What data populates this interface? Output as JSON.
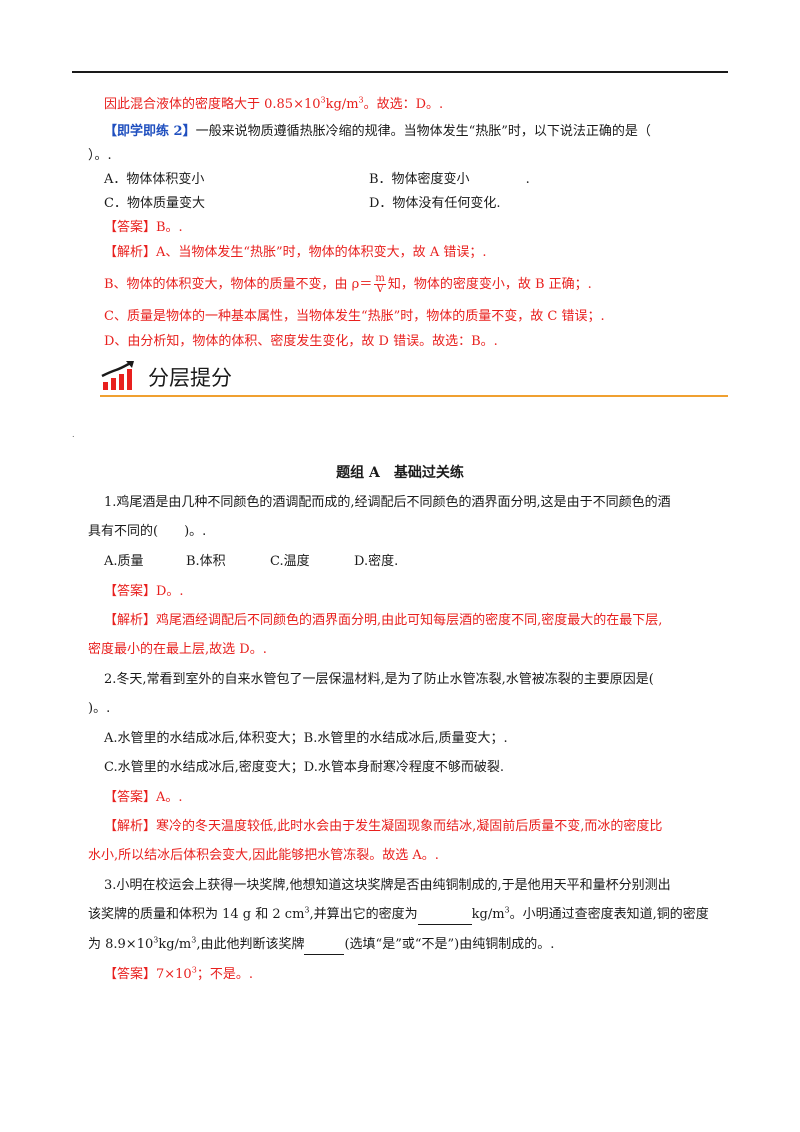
{
  "top": {
    "conclusion_pre": "因此混合液体的密度略大于 0.85×10",
    "conclusion_exp": "3",
    "conclusion_unit": "kg/m",
    "conclusion_unit_exp": "3",
    "conclusion_post": "。故选：D。."
  },
  "practice2": {
    "tag": "【即学即练 2】",
    "question_l1": "一般来说物质遵循热胀冷缩的规律。当物体发生“热胀”时，以下说法正确的是（",
    "question_l2": "）。.",
    "optA": "A．物体体积变小",
    "optB": "B．物体密度变小",
    "optB_tail": ".",
    "optC": "C．物体质量变大",
    "optD": "D．物体没有任何变化.",
    "answer": "【答案】B。.",
    "analysis_l1": "【解析】A、当物体发生“热胀”时，物体的体积变大，故 A 错误；.",
    "analysis_l2_pre": "B、物体的体积变大，物体的质量不变，由 ρ＝",
    "frac_num": "m",
    "frac_den": "V",
    "analysis_l2_post": "知，物体的密度变小，故 B 正确；.",
    "analysis_l3": "C、质量是物体的一种基本属性，当物体发生“热胀”时，物体的质量不变，故 C 错误；.",
    "analysis_l4": "D、由分析知，物体的体积、密度发生变化，故 D 错误。故选：B。."
  },
  "section": {
    "title": "分层提分",
    "icon": "growth-chart-icon"
  },
  "group": {
    "title": "题组 A　基础过关练",
    "q1_l1": "1.鸡尾酒是由几种不同颜色的酒调配而成的,经调配后不同颜色的酒界面分明,这是由于不同颜色的酒",
    "q1_l2": "具有不同的(　　)。.",
    "q1_opts": [
      "A.质量",
      "B.体积",
      "C.温度",
      "D.密度."
    ],
    "q1_answer": "【答案】D。.",
    "q1_analysis_l1": "【解析】鸡尾酒经调配后不同颜色的酒界面分明,由此可知每层酒的密度不同,密度最大的在最下层,",
    "q1_analysis_l2": "密度最小的在最上层,故选 D。.",
    "q2_l1": "2.冬天,常看到室外的自来水管包了一层保温材料,是为了防止水管冻裂,水管被冻裂的主要原因是(",
    "q2_l2": ")。.",
    "q2_opt_l1": "A.水管里的水结成冰后,体积变大；B.水管里的水结成冰后,质量变大；.",
    "q2_opt_l2": "C.水管里的水结成冰后,密度变大；D.水管本身耐寒冷程度不够而破裂.",
    "q2_answer": "【答案】A。.",
    "q2_analysis_l1": "【解析】寒冷的冬天温度较低,此时水会由于发生凝固现象而结冰,凝固前后质量不变,而冰的密度比",
    "q2_analysis_l2": "水小,所以结冰后体积会变大,因此能够把水管冻裂。故选 A。.",
    "q3_l1": "3.小明在校运会上获得一块奖牌,他想知道这块奖牌是否由纯铜制成的,于是他用天平和量杯分别测出",
    "q3_l2_pre": "该奖牌的质量和体积为 14 g 和 2 cm",
    "q3_l2_exp": "3",
    "q3_l2_mid": ",并算出它的密度为",
    "q3_l2_unit": "kg/m",
    "q3_l2_unit_exp": "3",
    "q3_l2_post": "。小明通过查密度表知道,铜的密度",
    "q3_l3_pre": "为 8.9×10",
    "q3_l3_exp": "3",
    "q3_l3_unit": "kg/m",
    "q3_l3_unit_exp": "3",
    "q3_l3_mid": ",由此他判断该奖牌",
    "q3_l3_post": "(选填“是”或“不是”)由纯铜制成的。.",
    "q3_answer_pre": "【答案】7×10",
    "q3_answer_exp": "3",
    "q3_answer_post": "；不是。."
  }
}
